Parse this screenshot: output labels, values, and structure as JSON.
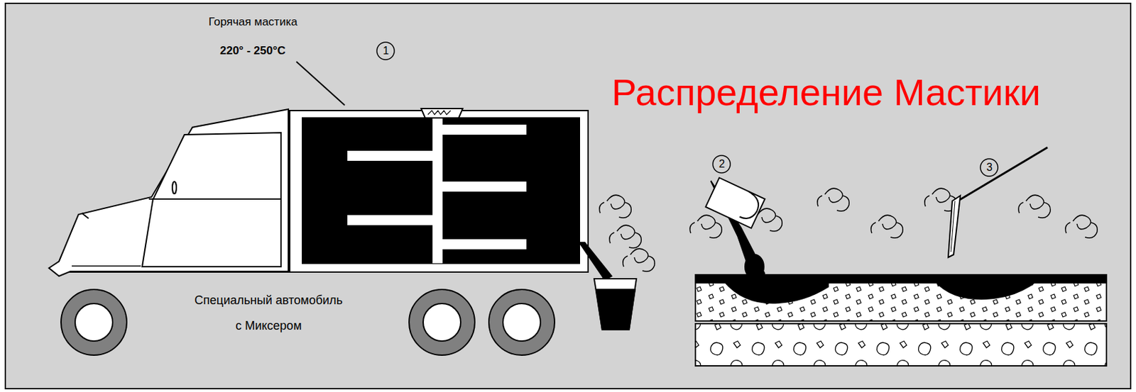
{
  "diagram": {
    "title": "Распределение Мастики",
    "labels": [
      "Горячая мастика",
      "220° - 250°C",
      "1",
      "2",
      "3",
      "Специальный автомобиль с Миксером"
    ]
  }
}
